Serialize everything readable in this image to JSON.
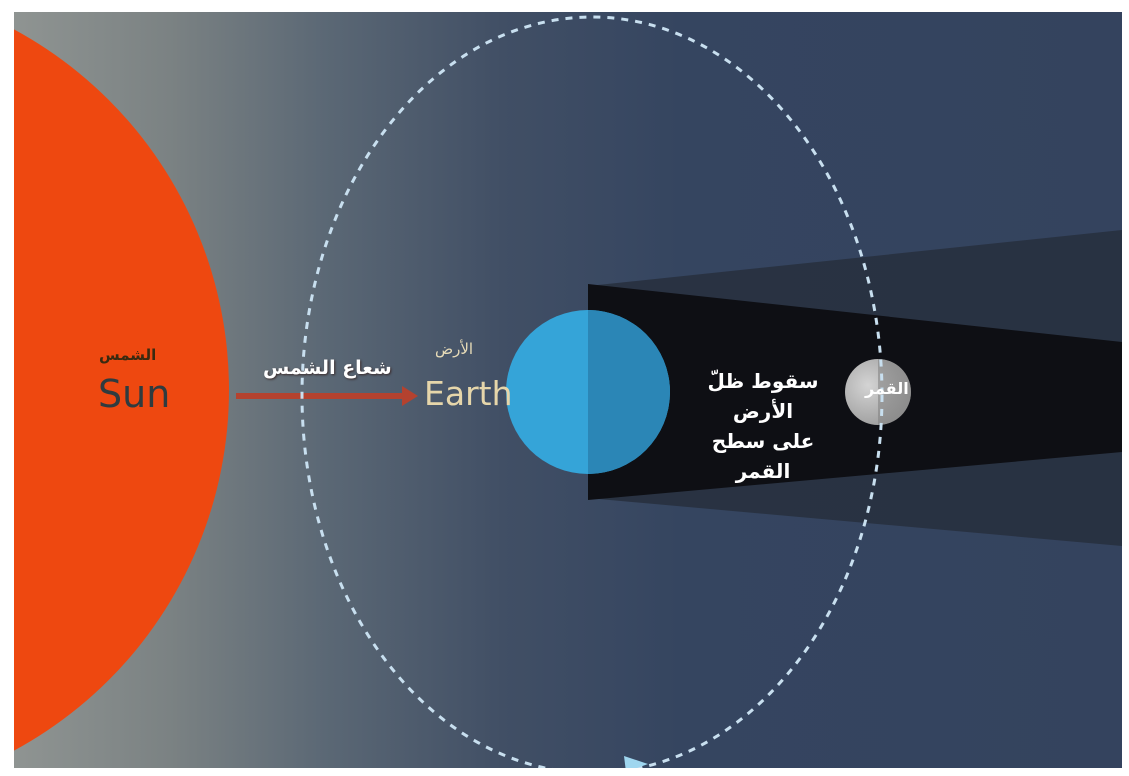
{
  "diagram": {
    "sun": {
      "label_ar": "الشمس",
      "label_en": "Sun"
    },
    "sun_ray": {
      "label_ar": "شعاع الشمس"
    },
    "earth": {
      "label_ar": "الأرض",
      "label_en": "Earth"
    },
    "earth_shadow": {
      "line1": "سقوط ظلّ الأرض",
      "line2": "على سطح القمر"
    },
    "moon": {
      "label_ar": "القمر"
    }
  },
  "colors": {
    "sun_core": "#f4e020",
    "sun_edge": "#f2520f",
    "earth": "#3aa6d6",
    "earth_night": "#2d8bbb",
    "moon": "#b8b8b8",
    "umbra": "#101116",
    "penumbra": "#2a3343",
    "ray_arrow": "#c0392b",
    "orbit": "#c8dfef"
  },
  "icons": {
    "orbit_direction": "arrowhead-icon"
  }
}
